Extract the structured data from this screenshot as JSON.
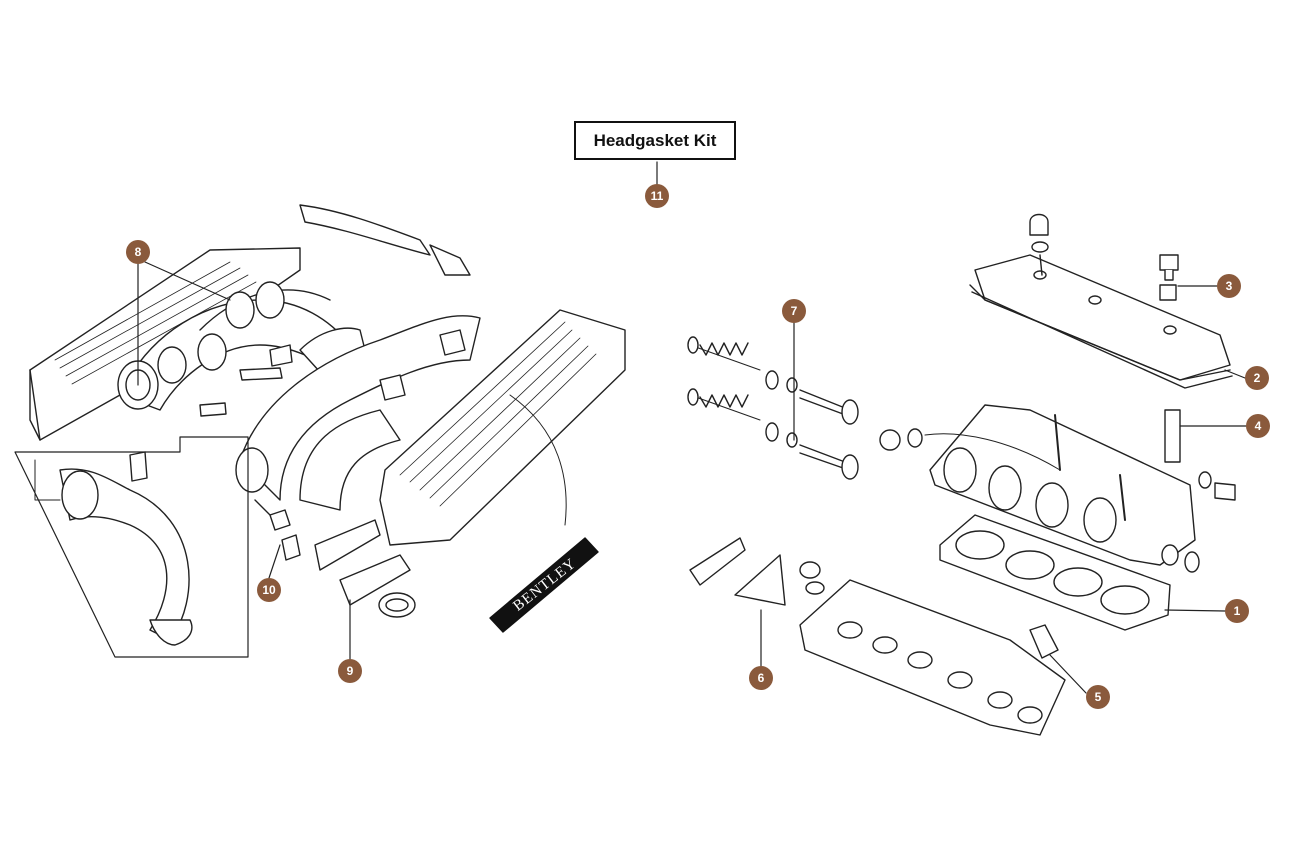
{
  "kit_label": "Headgasket Kit",
  "brand_label": "BENTLEY",
  "callouts": {
    "c1": "1",
    "c2": "2",
    "c3": "3",
    "c4": "4",
    "c5": "5",
    "c6": "6",
    "c7": "7",
    "c8": "8",
    "c9": "9",
    "c10": "10",
    "c11": "11"
  },
  "colors": {
    "callout_fill": "#8a5a3c",
    "line": "#222222",
    "brand_band": "#111111"
  }
}
